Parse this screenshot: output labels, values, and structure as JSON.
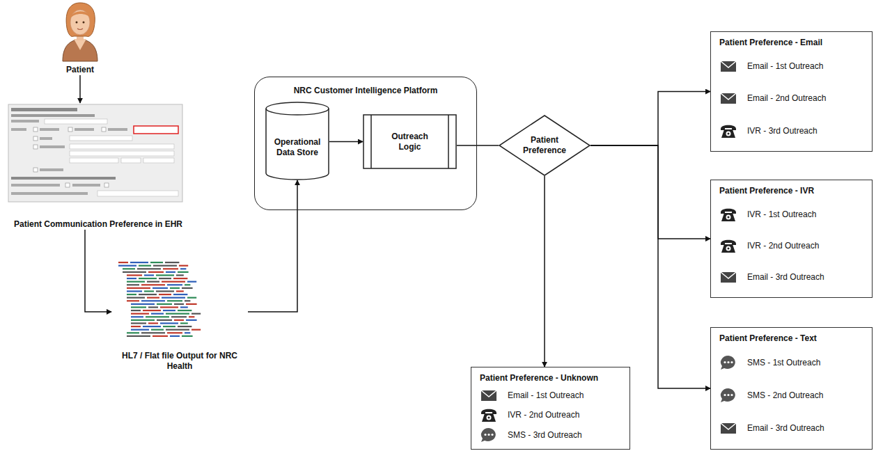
{
  "diagram": {
    "nodes": [
      {
        "text": [
          "Patient"
        ]
      },
      {
        "text": [
          "Patient Communication Preference in EHR"
        ]
      },
      {
        "text": [
          "HL7 / Flat file Output for NRC Health"
        ]
      },
      {
        "text": [
          "NRC Customer Intelligence Platform"
        ]
      },
      {
        "text": [
          "Operational Data Store"
        ],
        "in": 3
      },
      {
        "text": [
          "Outreach Logic"
        ],
        "in": 3
      },
      {
        "text": [
          "Patient Preference"
        ]
      },
      {
        "text": [
          "Patient Preference - Email",
          "Email - 1st Outreach",
          "Email - 2nd Outreach",
          "IVR - 3rd Outreach"
        ]
      },
      {
        "text": [
          "Patient Preference - IVR",
          "IVR - 1st Outreach",
          "IVR - 2nd Outreach",
          "Email  - 3rd Outreach"
        ]
      },
      {
        "text": [
          "Patient Preference - Unknown",
          "Email - 1st Outreach",
          "IVR - 2nd Outreach",
          "SMS - 3rd Outreach"
        ]
      },
      {
        "text": [
          "Patient Preference - Text",
          "SMS - 1st Outreach",
          "SMS - 2nd Outreach",
          "Email  - 3rd Outreach"
        ]
      }
    ],
    "edges": [
      {
        "from": 0,
        "to": 1,
        "arrow": "to"
      },
      {
        "from": 1,
        "to": 2,
        "arrow": "to"
      },
      {
        "from": 2,
        "to": 4,
        "arrow": "to"
      },
      {
        "from": 4,
        "to": 5,
        "arrow": "to"
      },
      {
        "from": 5,
        "to": 6,
        "arrow": "none"
      },
      {
        "from": 6,
        "to": 7,
        "arrow": "to"
      },
      {
        "from": 6,
        "to": 8,
        "arrow": "to"
      },
      {
        "from": 6,
        "to": 9,
        "arrow": "to"
      },
      {
        "from": 6,
        "to": 10,
        "arrow": "to"
      }
    ]
  }
}
